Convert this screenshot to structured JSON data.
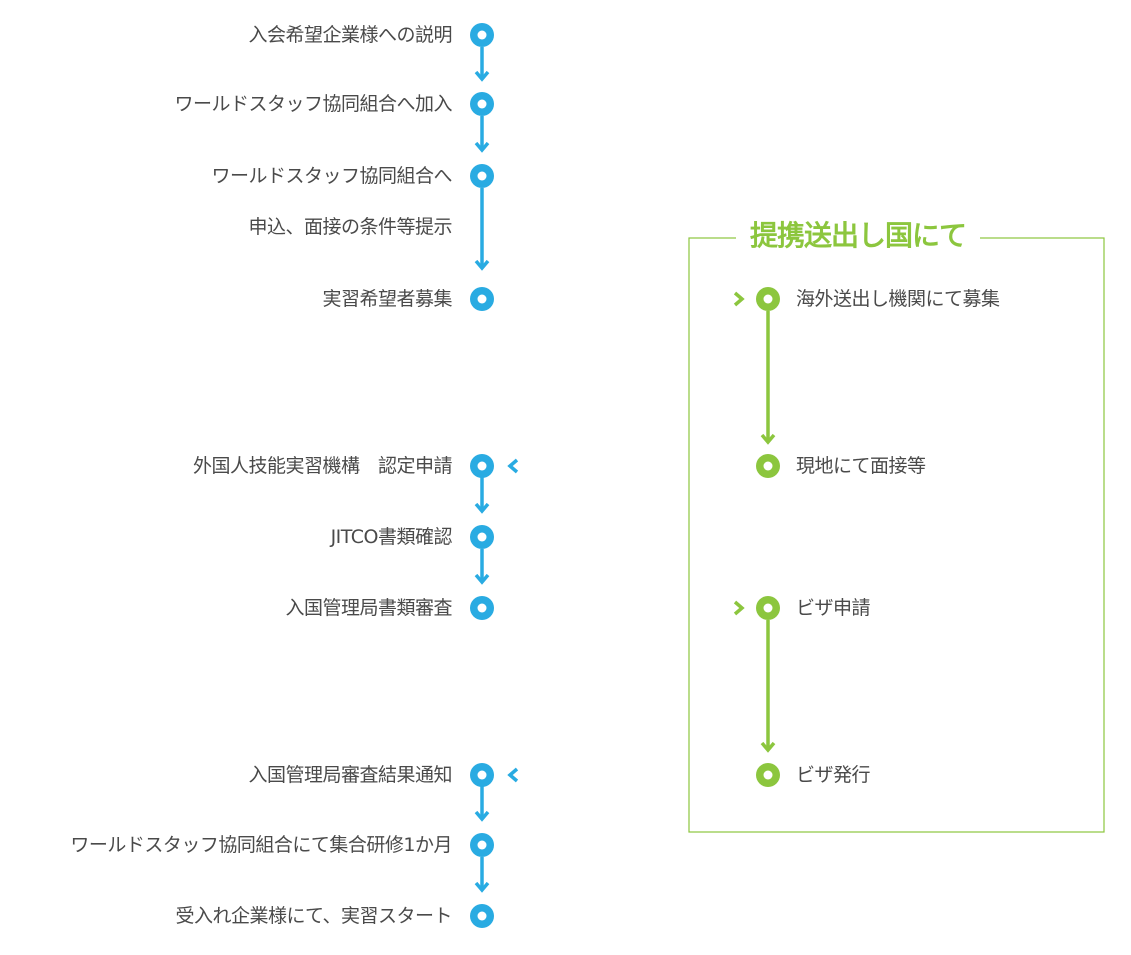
{
  "colors": {
    "blue": "#29abe2",
    "green": "#8cc63e",
    "text": "#4a4a4a",
    "box_border": "#8cc63e"
  },
  "box": {
    "title": "提携送出し国にて"
  },
  "left_steps": [
    {
      "label": "入会希望企業様への説明"
    },
    {
      "label": "ワールドスタッフ協同組合へ加入"
    },
    {
      "label": "ワールドスタッフ協同組合へ",
      "label2": "申込、面接の条件等提示"
    },
    {
      "label": "実習希望者募集"
    },
    {
      "label": "外国人技能実習機構　認定申請"
    },
    {
      "label": "JITCO書類確認"
    },
    {
      "label": "入国管理局書類審査"
    },
    {
      "label": "入国管理局審査結果通知"
    },
    {
      "label": "ワールドスタッフ協同組合にて集合研修1か月"
    },
    {
      "label": "受入れ企業様にて、実習スタート"
    }
  ],
  "right_steps": [
    {
      "label": "海外送出し機関にて募集"
    },
    {
      "label": "現地にて面接等"
    },
    {
      "label": "ビザ申請"
    },
    {
      "label": "ビザ発行"
    }
  ]
}
